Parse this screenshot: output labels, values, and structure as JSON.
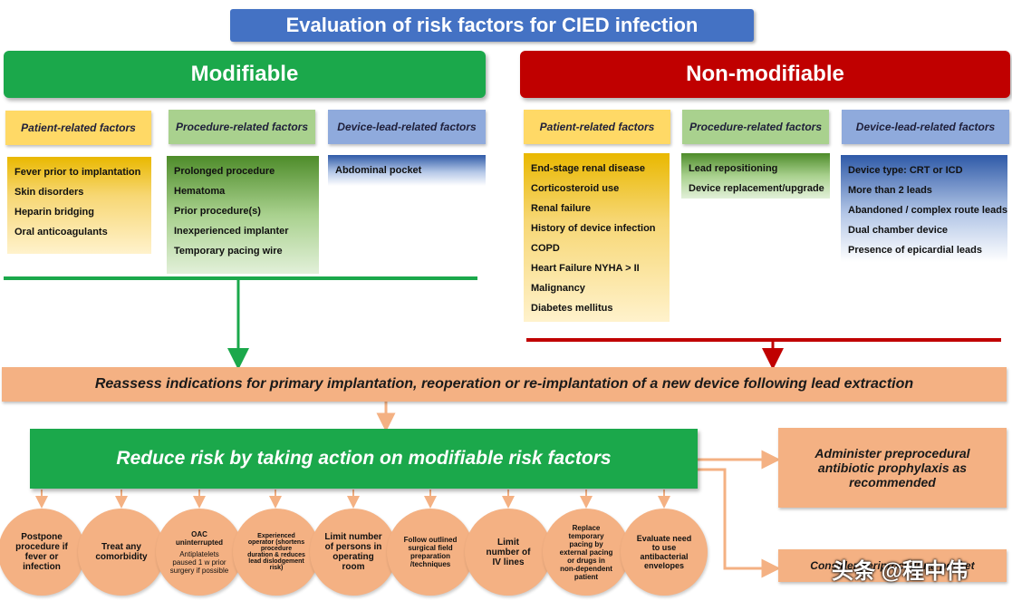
{
  "title": "Evaluation of risk factors for CIED infection",
  "modifiable": {
    "header": "Modifiable",
    "patient": {
      "label": "Patient-related factors",
      "items": [
        "Fever prior to implantation",
        "Skin disorders",
        "Heparin bridging",
        "Oral anticoagulants"
      ]
    },
    "procedure": {
      "label": "Procedure-related factors",
      "items": [
        "Prolonged procedure",
        "Hematoma",
        "Prior procedure(s)",
        "Inexperienced implanter",
        "Temporary pacing wire"
      ]
    },
    "device": {
      "label": "Device-lead-related factors",
      "items": [
        "Abdominal pocket"
      ]
    }
  },
  "nonmodifiable": {
    "header": "Non-modifiable",
    "patient": {
      "label": "Patient-related factors",
      "items": [
        "End-stage renal disease",
        "Corticosteroid use",
        "Renal failure",
        "History of device infection",
        "COPD",
        "Heart Failure NYHA > II",
        "Malignancy",
        "Diabetes mellitus"
      ]
    },
    "procedure": {
      "label": "Procedure-related factors",
      "items": [
        "Lead repositioning",
        "Device replacement/upgrade"
      ]
    },
    "device": {
      "label": "Device-lead-related factors",
      "items": [
        "Device type: CRT or ICD",
        "More than 2 leads",
        "Abandoned / complex route leads",
        "Dual chamber device",
        "Presence of epicardial leads"
      ]
    }
  },
  "reassess": "Reassess indications for primary implantation, reoperation or re-implantation of a new device following lead extraction",
  "reduce": "Reduce risk by taking action on modifiable risk factors",
  "side_boxes": {
    "prophylaxis": "Administer preprocedural antibiotic prophylaxis as recommended",
    "consider": "Consider periprocedural pocket"
  },
  "actions": [
    {
      "main": "Postpone procedure if fever or infection",
      "sub": ""
    },
    {
      "main": "Treat any comorbidity",
      "sub": ""
    },
    {
      "main": "OAC uninterrupted",
      "sub": "Antiplatelets paused 1 w prior surgery if possible"
    },
    {
      "main": "Experienced operator (shortens procedure duration & reduces lead dislodgement risk)",
      "sub": ""
    },
    {
      "main": "Limit number of persons in operating room",
      "sub": ""
    },
    {
      "main": "Follow outlined surgical field preparation /techniques",
      "sub": ""
    },
    {
      "main": "Limit number of IV lines",
      "sub": ""
    },
    {
      "main": "Replace temporary pacing by external pacing or drugs in non-dependent patient",
      "sub": ""
    },
    {
      "main": "Evaluate need to use antibacterial envelopes",
      "sub": ""
    }
  ],
  "watermark": "头条 @程中伟",
  "colors": {
    "blue": "#4472c4",
    "green": "#1ba84b",
    "red": "#c00000",
    "peach": "#f4b183",
    "yellow": "#ffd966",
    "light_green": "#a9d18e",
    "light_blue": "#8faadc"
  }
}
